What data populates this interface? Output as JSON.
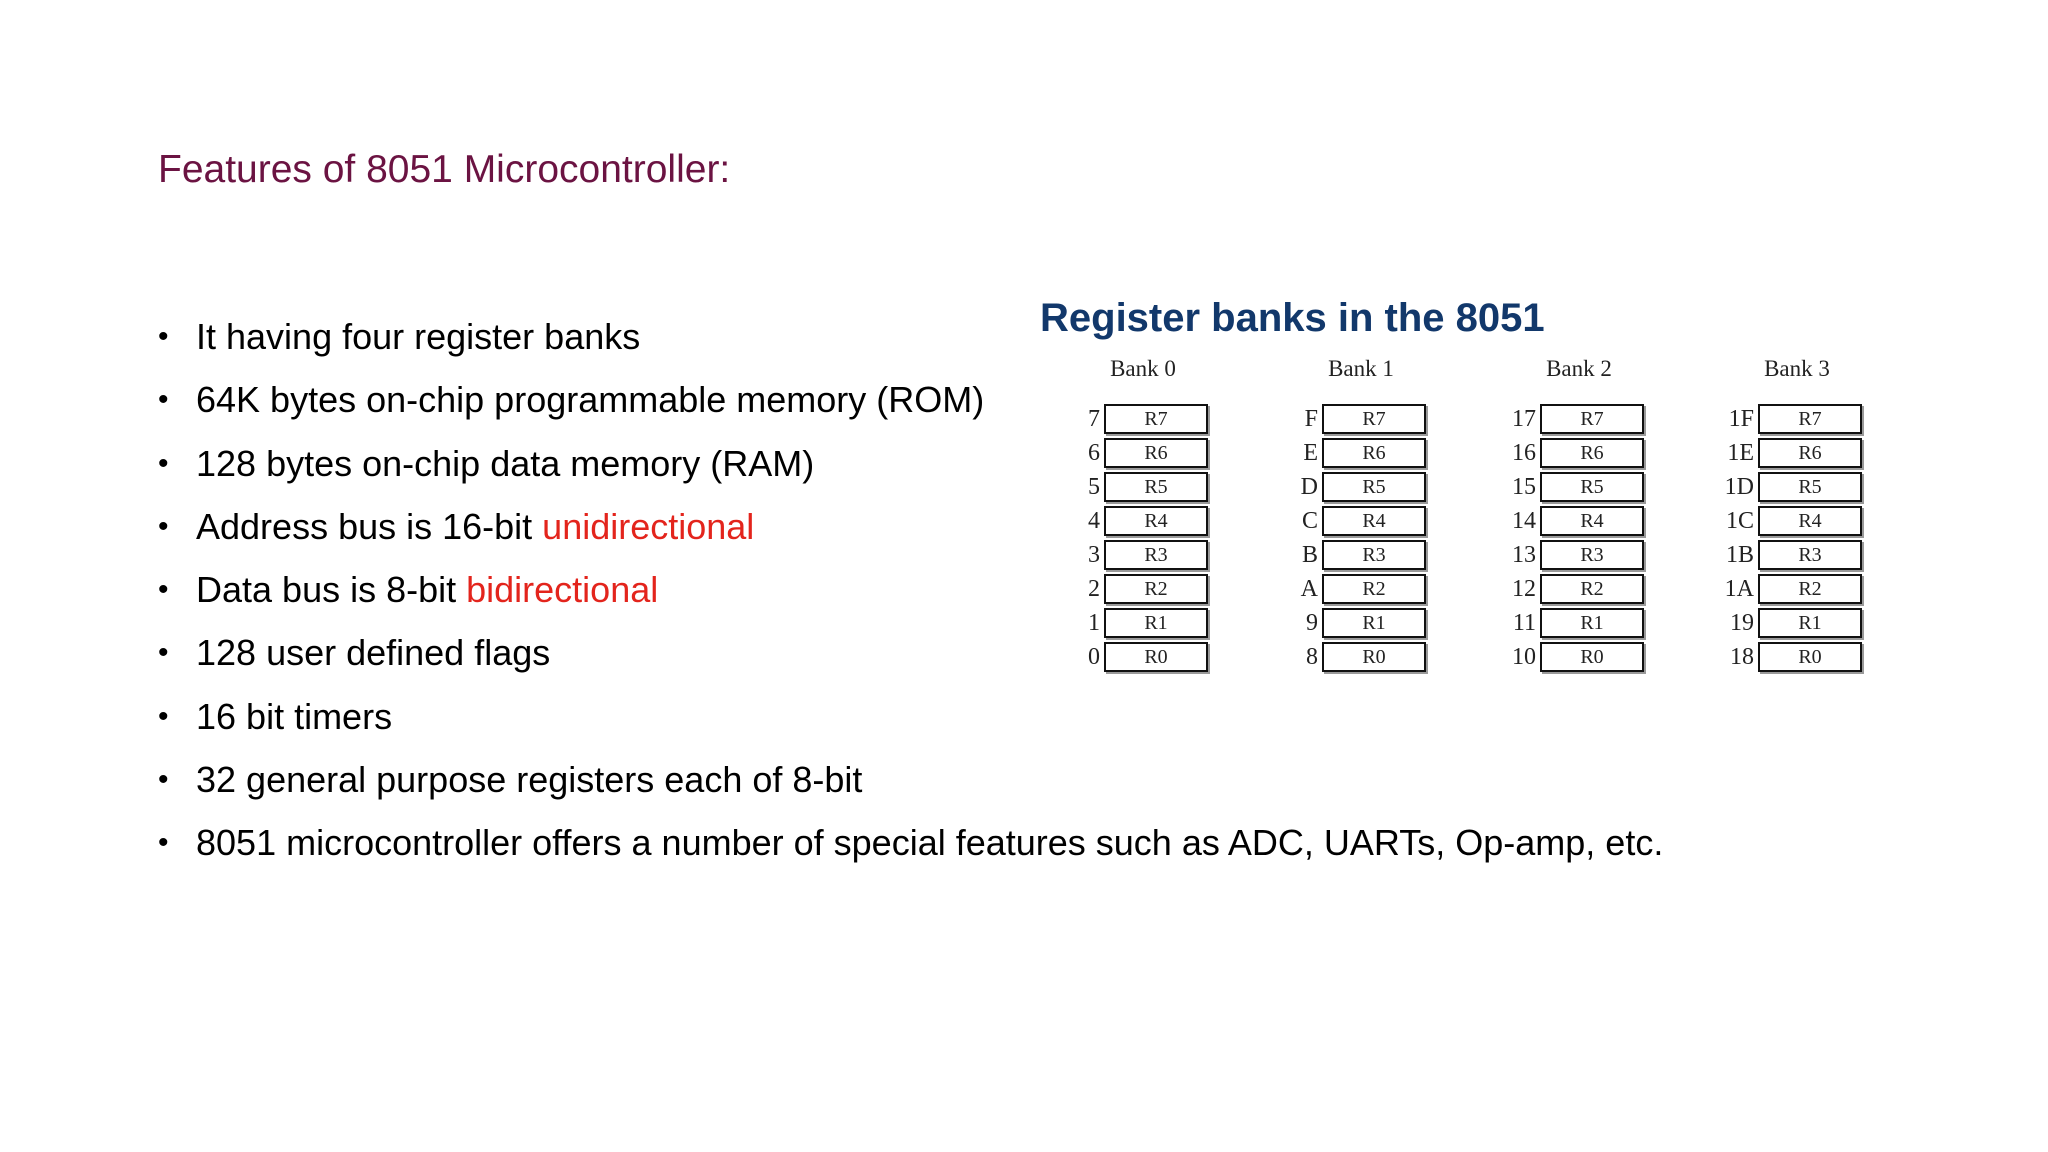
{
  "slide": {
    "title": "Features of 8051 Microcontroller:",
    "bullets": [
      {
        "text": "It having four register banks",
        "highlight": ""
      },
      {
        "text": "64K bytes on-chip programmable memory (ROM)",
        "highlight": ""
      },
      {
        "text": "128 bytes on-chip data memory (RAM)",
        "highlight": ""
      },
      {
        "text": "Address bus is 16-bit ",
        "highlight": "unidirectional"
      },
      {
        "text": "Data bus is 8-bit ",
        "highlight": "bidirectional"
      },
      {
        "text": "128 user defined flags",
        "highlight": ""
      },
      {
        "text": "16 bit timers",
        "highlight": ""
      },
      {
        "text": "32 general purpose registers each of 8-bit",
        "highlight": ""
      },
      {
        "text": "8051 microcontroller offers a number of special features such as ADC, UARTs, Op-amp, etc.",
        "highlight": ""
      }
    ],
    "bullet_symbol": "•",
    "colors": {
      "title": "#6b1342",
      "highlight": "#e3241c",
      "diagram_title": "#12386b"
    }
  },
  "diagram": {
    "title": "Register banks in the 8051",
    "banks": [
      {
        "label": "Bank 0",
        "rows": [
          {
            "addr": "7",
            "reg": "R7"
          },
          {
            "addr": "6",
            "reg": "R6"
          },
          {
            "addr": "5",
            "reg": "R5"
          },
          {
            "addr": "4",
            "reg": "R4"
          },
          {
            "addr": "3",
            "reg": "R3"
          },
          {
            "addr": "2",
            "reg": "R2"
          },
          {
            "addr": "1",
            "reg": "R1"
          },
          {
            "addr": "0",
            "reg": "R0"
          }
        ]
      },
      {
        "label": "Bank 1",
        "rows": [
          {
            "addr": "F",
            "reg": "R7"
          },
          {
            "addr": "E",
            "reg": "R6"
          },
          {
            "addr": "D",
            "reg": "R5"
          },
          {
            "addr": "C",
            "reg": "R4"
          },
          {
            "addr": "B",
            "reg": "R3"
          },
          {
            "addr": "A",
            "reg": "R2"
          },
          {
            "addr": "9",
            "reg": "R1"
          },
          {
            "addr": "8",
            "reg": "R0"
          }
        ]
      },
      {
        "label": "Bank 2",
        "rows": [
          {
            "addr": "17",
            "reg": "R7"
          },
          {
            "addr": "16",
            "reg": "R6"
          },
          {
            "addr": "15",
            "reg": "R5"
          },
          {
            "addr": "14",
            "reg": "R4"
          },
          {
            "addr": "13",
            "reg": "R3"
          },
          {
            "addr": "12",
            "reg": "R2"
          },
          {
            "addr": "11",
            "reg": "R1"
          },
          {
            "addr": "10",
            "reg": "R0"
          }
        ]
      },
      {
        "label": "Bank 3",
        "rows": [
          {
            "addr": "1F",
            "reg": "R7"
          },
          {
            "addr": "1E",
            "reg": "R6"
          },
          {
            "addr": "1D",
            "reg": "R5"
          },
          {
            "addr": "1C",
            "reg": "R4"
          },
          {
            "addr": "1B",
            "reg": "R3"
          },
          {
            "addr": "1A",
            "reg": "R2"
          },
          {
            "addr": "19",
            "reg": "R1"
          },
          {
            "addr": "18",
            "reg": "R0"
          }
        ]
      }
    ]
  }
}
